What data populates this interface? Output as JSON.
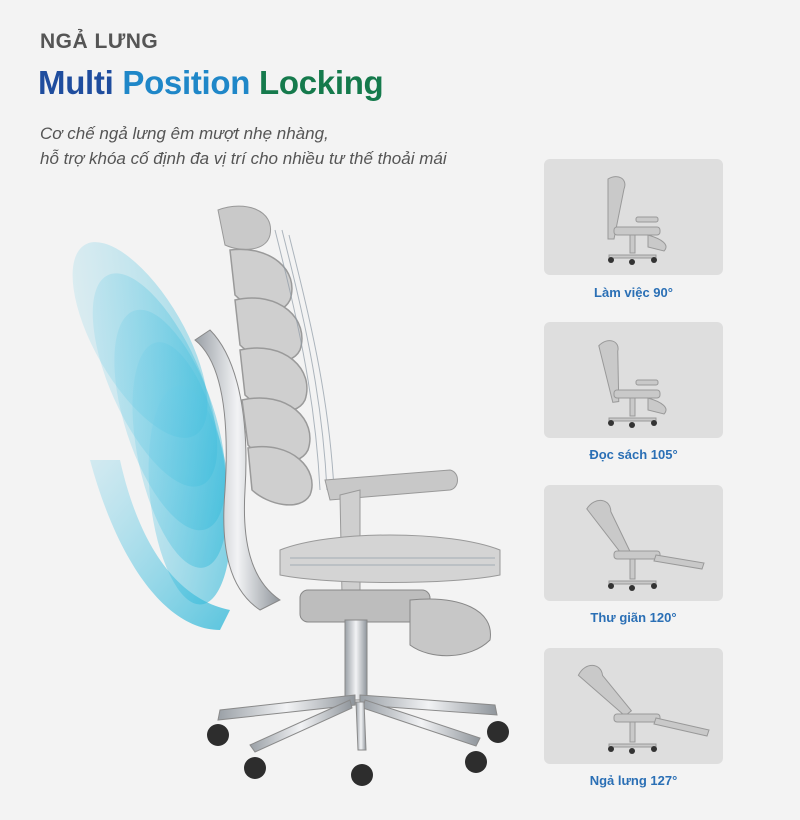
{
  "header": {
    "kicker": "NGẢ LƯNG",
    "title_word1": "Multi",
    "title_word2": "Position",
    "title_word3": "Locking",
    "desc_line1": "Cơ chế ngả lưng êm mượt nhẹ nhàng,",
    "desc_line2": "hỗ trợ khóa cố định đa vị trí cho nhiều tư thế thoải mái"
  },
  "colors": {
    "kicker": "#555555",
    "title_word1": "#1f4d9e",
    "title_word2": "#1f87c8",
    "title_word3": "#157a4c",
    "caption": "#2a6fb5",
    "motion_trail": "#35b8d8"
  },
  "positions": [
    {
      "label": "Làm việc 90°"
    },
    {
      "label": "Đọc sách 105°"
    },
    {
      "label": "Thư giãn 120°"
    },
    {
      "label": "Ngả lưng 127°"
    }
  ]
}
